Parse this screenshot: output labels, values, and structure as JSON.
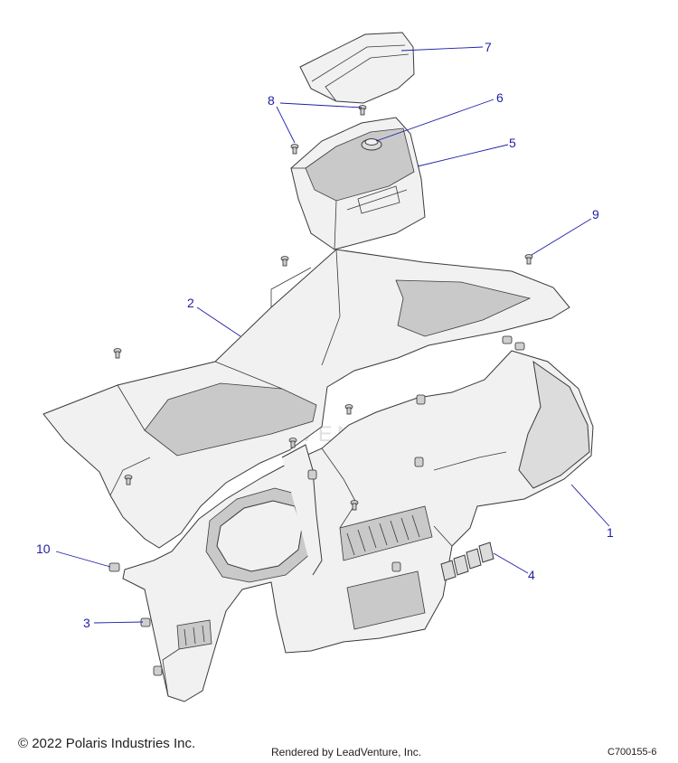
{
  "callouts": [
    {
      "id": "1",
      "label": "1"
    },
    {
      "id": "2",
      "label": "2"
    },
    {
      "id": "3",
      "label": "3"
    },
    {
      "id": "4",
      "label": "4"
    },
    {
      "id": "5",
      "label": "5"
    },
    {
      "id": "6",
      "label": "6"
    },
    {
      "id": "7",
      "label": "7"
    },
    {
      "id": "8",
      "label": "8"
    },
    {
      "id": "9",
      "label": "9"
    },
    {
      "id": "10",
      "label": "10"
    }
  ],
  "watermark": "LEADVENTURE",
  "footer": {
    "copyright": "© 2022 Polaris Industries Inc.",
    "rendered_by": "Rendered by LeadVenture, Inc.",
    "drawing_code": "C700155-6"
  },
  "colors": {
    "callout": "#1e1ea8",
    "line": "#3a3a3a",
    "fill": "#f1f1f1"
  }
}
